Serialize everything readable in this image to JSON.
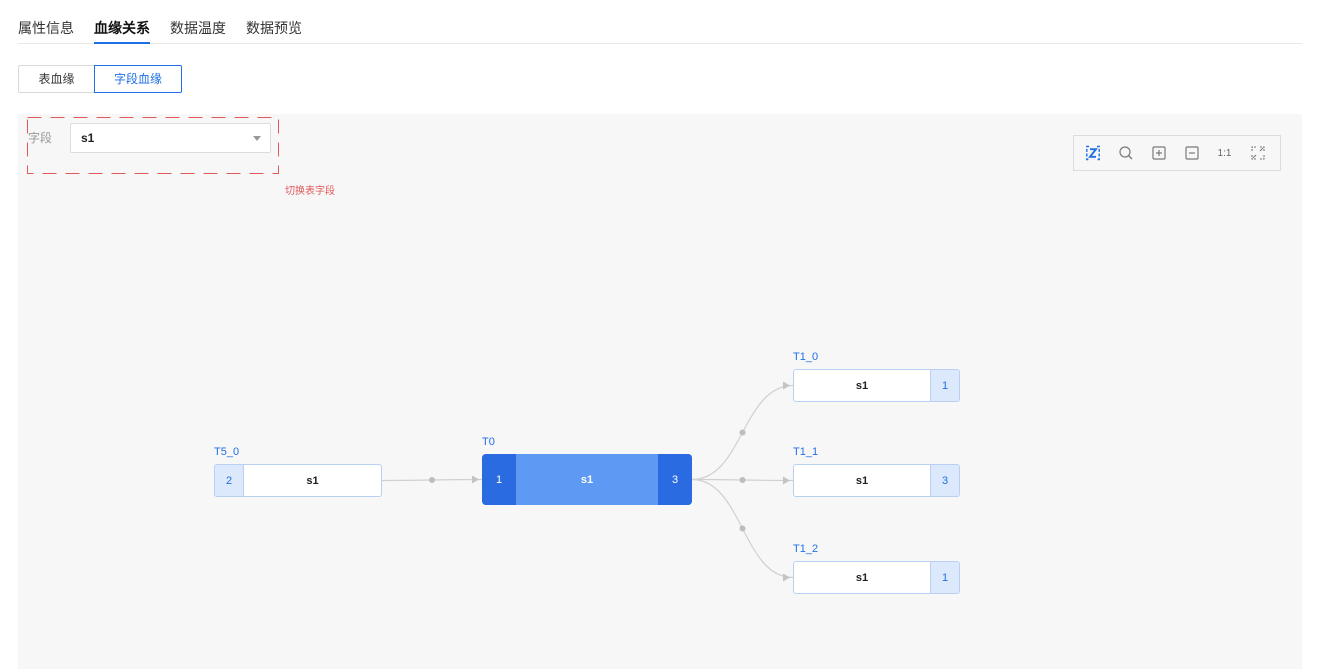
{
  "tabs": {
    "items": [
      {
        "label": "属性信息"
      },
      {
        "label": "血缘关系"
      },
      {
        "label": "数据温度"
      },
      {
        "label": "数据预览"
      }
    ],
    "active_index": 1
  },
  "lineage_mode": {
    "options": [
      {
        "label": "表血缘"
      },
      {
        "label": "字段血缘"
      }
    ],
    "active_index": 1
  },
  "field_selector": {
    "label": "字段",
    "value": "s1",
    "icon": "caret-down-icon"
  },
  "annotation": {
    "text": "切换表字段"
  },
  "toolbar": {
    "icons": [
      "select-zoom-icon",
      "search-icon",
      "zoom-in-icon",
      "zoom-out-icon",
      "actual-size-icon",
      "fullscreen-icon"
    ],
    "actual_size_label": "1:1"
  },
  "graph": {
    "nodes": [
      {
        "title": "T5_0",
        "field": "s1",
        "upstream_count": "2",
        "selected": false
      },
      {
        "title": "T0",
        "field": "s1",
        "upstream_count": "1",
        "downstream_count": "3",
        "selected": true
      },
      {
        "title": "T1_0",
        "field": "s1",
        "downstream_count": "1",
        "selected": false
      },
      {
        "title": "T1_1",
        "field": "s1",
        "downstream_count": "3",
        "selected": false
      },
      {
        "title": "T1_2",
        "field": "s1",
        "downstream_count": "1",
        "selected": false
      }
    ],
    "edges": [
      {
        "from": 0,
        "to": 1
      },
      {
        "from": 1,
        "to": 2
      },
      {
        "from": 1,
        "to": 3
      },
      {
        "from": 1,
        "to": 4
      }
    ]
  },
  "colors": {
    "accent": "#1f6fe5",
    "selected_node": "#5e9af4",
    "selected_node_cap": "#2b6be2",
    "count_cell": "#dce8fb",
    "node_border": "#b9cff3",
    "edge": "#d0d0d0",
    "edge_dot": "#bdbdbd",
    "arrowhead": "#c4c4c4",
    "canvas": "#f7f7f7",
    "annotation": "#e05a5a"
  }
}
